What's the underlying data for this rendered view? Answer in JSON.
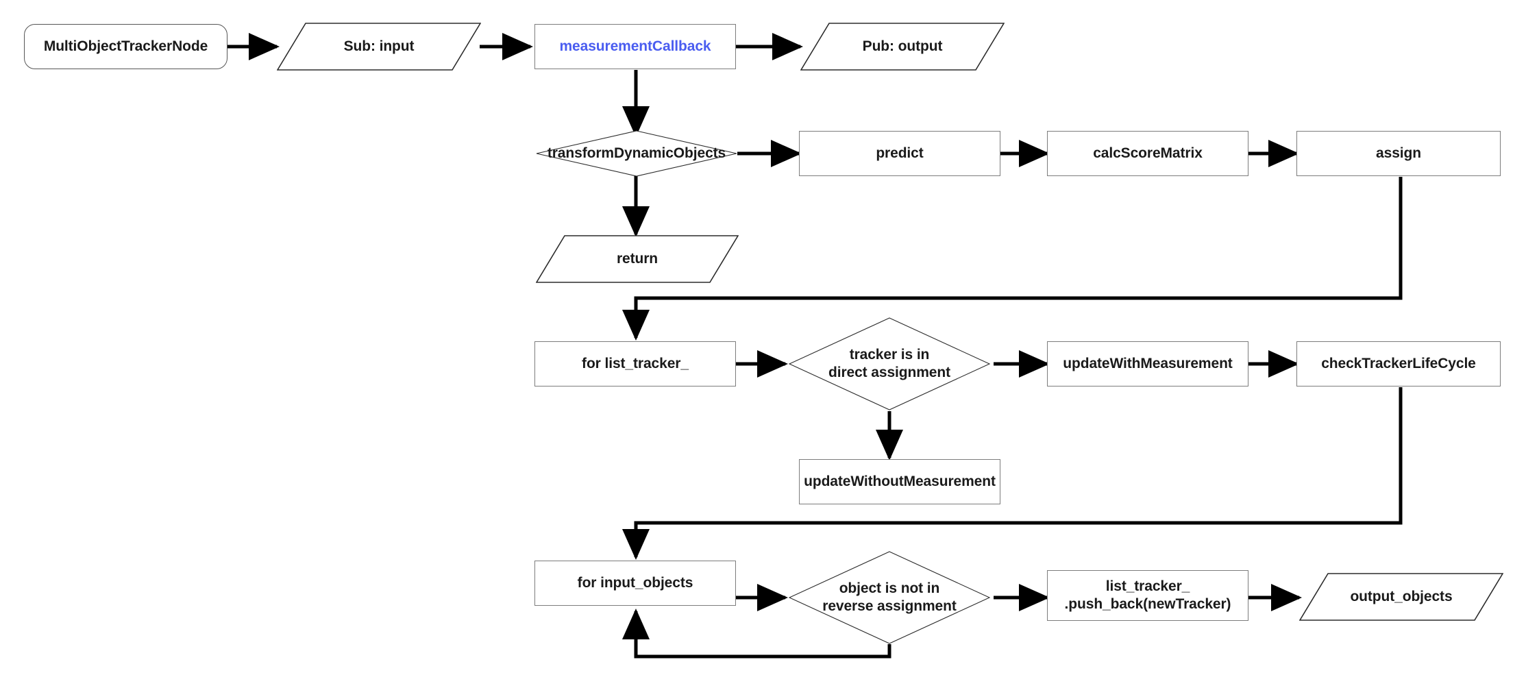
{
  "diagram": {
    "title": "MultiObjectTrackerNode measurementCallback flowchart",
    "accent_color": "#4a5df0",
    "line_color": "#000000",
    "node_border_color": "#7c7c7c",
    "background_color": "#ffffff"
  },
  "nodes": {
    "node_entry": {
      "label": "MultiObjectTrackerNode",
      "shape": "rounded-rect"
    },
    "sub_input": {
      "label": "Sub: input",
      "shape": "parallelogram"
    },
    "measurement_callback": {
      "label": "measurementCallback",
      "shape": "rect"
    },
    "pub_output": {
      "label": "Pub: output",
      "shape": "parallelogram"
    },
    "transform_dynamic_objects": {
      "label": "transformDynamicObjects",
      "shape": "diamond"
    },
    "return_node": {
      "label": "return",
      "shape": "parallelogram"
    },
    "predict": {
      "label": "predict",
      "shape": "rect"
    },
    "calc_score_matrix": {
      "label": "calcScoreMatrix",
      "shape": "rect"
    },
    "assign": {
      "label": "assign",
      "shape": "rect"
    },
    "for_list_tracker": {
      "label": "for list_tracker_",
      "shape": "rect"
    },
    "tracker_is_in_direct_assignment": {
      "label": "tracker is in\ndirect assignment",
      "shape": "diamond"
    },
    "update_with_measurement": {
      "label": "updateWithMeasurement",
      "shape": "rect"
    },
    "check_tracker_life_cycle": {
      "label": "checkTrackerLifeCycle",
      "shape": "rect"
    },
    "update_without_measurement": {
      "label": "updateWithoutMeasurement",
      "shape": "rect"
    },
    "for_input_objects": {
      "label": "for input_objects",
      "shape": "rect"
    },
    "object_is_not_in_reverse_assignment": {
      "label": "object is not in\nreverse assignment",
      "shape": "diamond"
    },
    "list_tracker_push_back": {
      "label": "list_tracker_\n.push_back(newTracker)",
      "shape": "rect"
    },
    "output_objects": {
      "label": "output_objects",
      "shape": "parallelogram"
    }
  }
}
